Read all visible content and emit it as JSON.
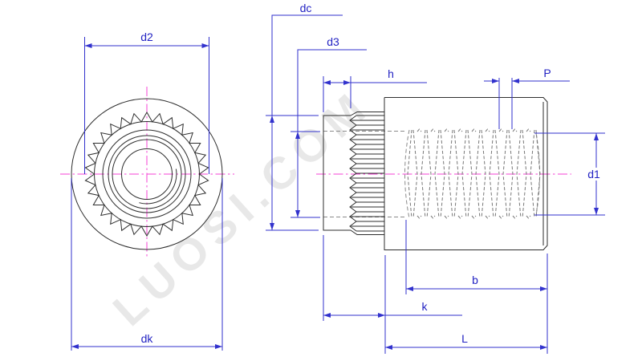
{
  "labels": {
    "d2": "d2",
    "dk": "dk",
    "dc": "dc",
    "d3": "d3",
    "h": "h",
    "p": "P",
    "d1": "d1",
    "b": "b",
    "k": "k",
    "l": "L"
  },
  "watermark": "LUOSI.COM",
  "colors": {
    "dimension": "#3232cd",
    "label": "#2323c3",
    "centerline": "#f541d6",
    "outline": "#2e2e2e",
    "hidden": "#8a8a8a",
    "thread": "#777777",
    "watermark": "#e8e8e8",
    "background": "#ffffff"
  }
}
